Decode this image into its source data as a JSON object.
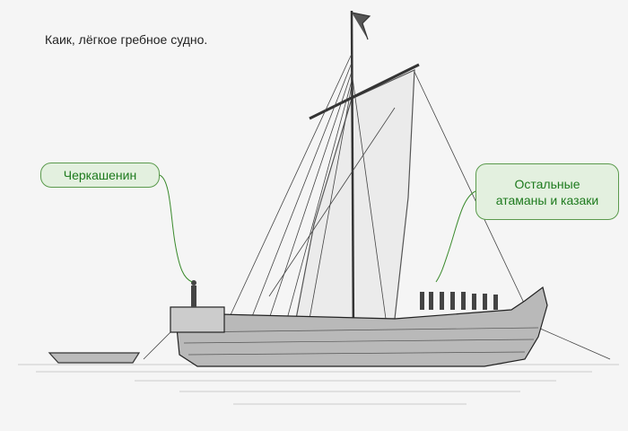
{
  "caption": "Каик, лёгкое гребное судно.",
  "callouts": {
    "cherkashenin": "Черкашенин",
    "others_line1": "Остальные",
    "others_line2": "атаманы и казаки"
  },
  "colors": {
    "background": "#f5f5f5",
    "callout_fill": "#e3f0df",
    "callout_border": "#5a9a4c",
    "callout_text": "#1d7a1d"
  }
}
